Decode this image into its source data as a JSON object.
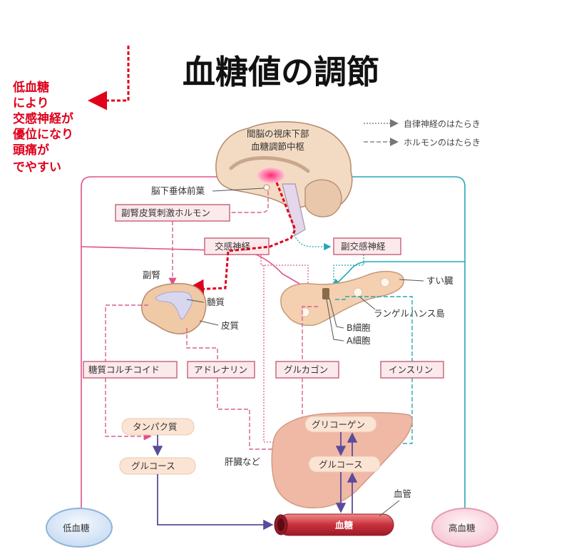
{
  "title": "血糖値の調節",
  "annotation": {
    "lines": [
      "低血糖",
      "により",
      "交感神経が",
      "優位になり",
      "頭痛が",
      "でやすい"
    ]
  },
  "legend": {
    "nerve": "自律神経のはたらき",
    "hormone": "ホルモンのはたらき"
  },
  "labels": {
    "hypothalamus_1": "間脳の視床下部",
    "hypothalamus_2": "血糖調節中枢",
    "pituitary": "脳下垂体前葉",
    "acth": "副腎皮質刺激ホルモン",
    "sympathetic": "交感神経",
    "parasympathetic": "副交感神経",
    "adrenal": "副腎",
    "medulla": "髄質",
    "cortex": "皮質",
    "pancreas": "すい臓",
    "islets": "ランゲルハンス島",
    "b_cell": "B細胞",
    "a_cell": "A細胞",
    "glucocorticoid": "糖質コルチコイド",
    "adrenaline": "アドレナリン",
    "glucagon": "グルカゴン",
    "insulin": "インスリン",
    "protein": "タンパク質",
    "glucose_left": "グルコース",
    "glycogen": "グリコーゲン",
    "glucose_liver": "グルコース",
    "liver": "肝臓など",
    "vessel": "血管",
    "blood_sugar": "血糖",
    "low": "低血糖",
    "high": "高血糖"
  },
  "colors": {
    "hormone_pink": "#e0508a",
    "nerve_pink": "#d9608f",
    "teal": "#27a7b8",
    "purple": "#5a4c9a",
    "red": "#e0001b"
  }
}
